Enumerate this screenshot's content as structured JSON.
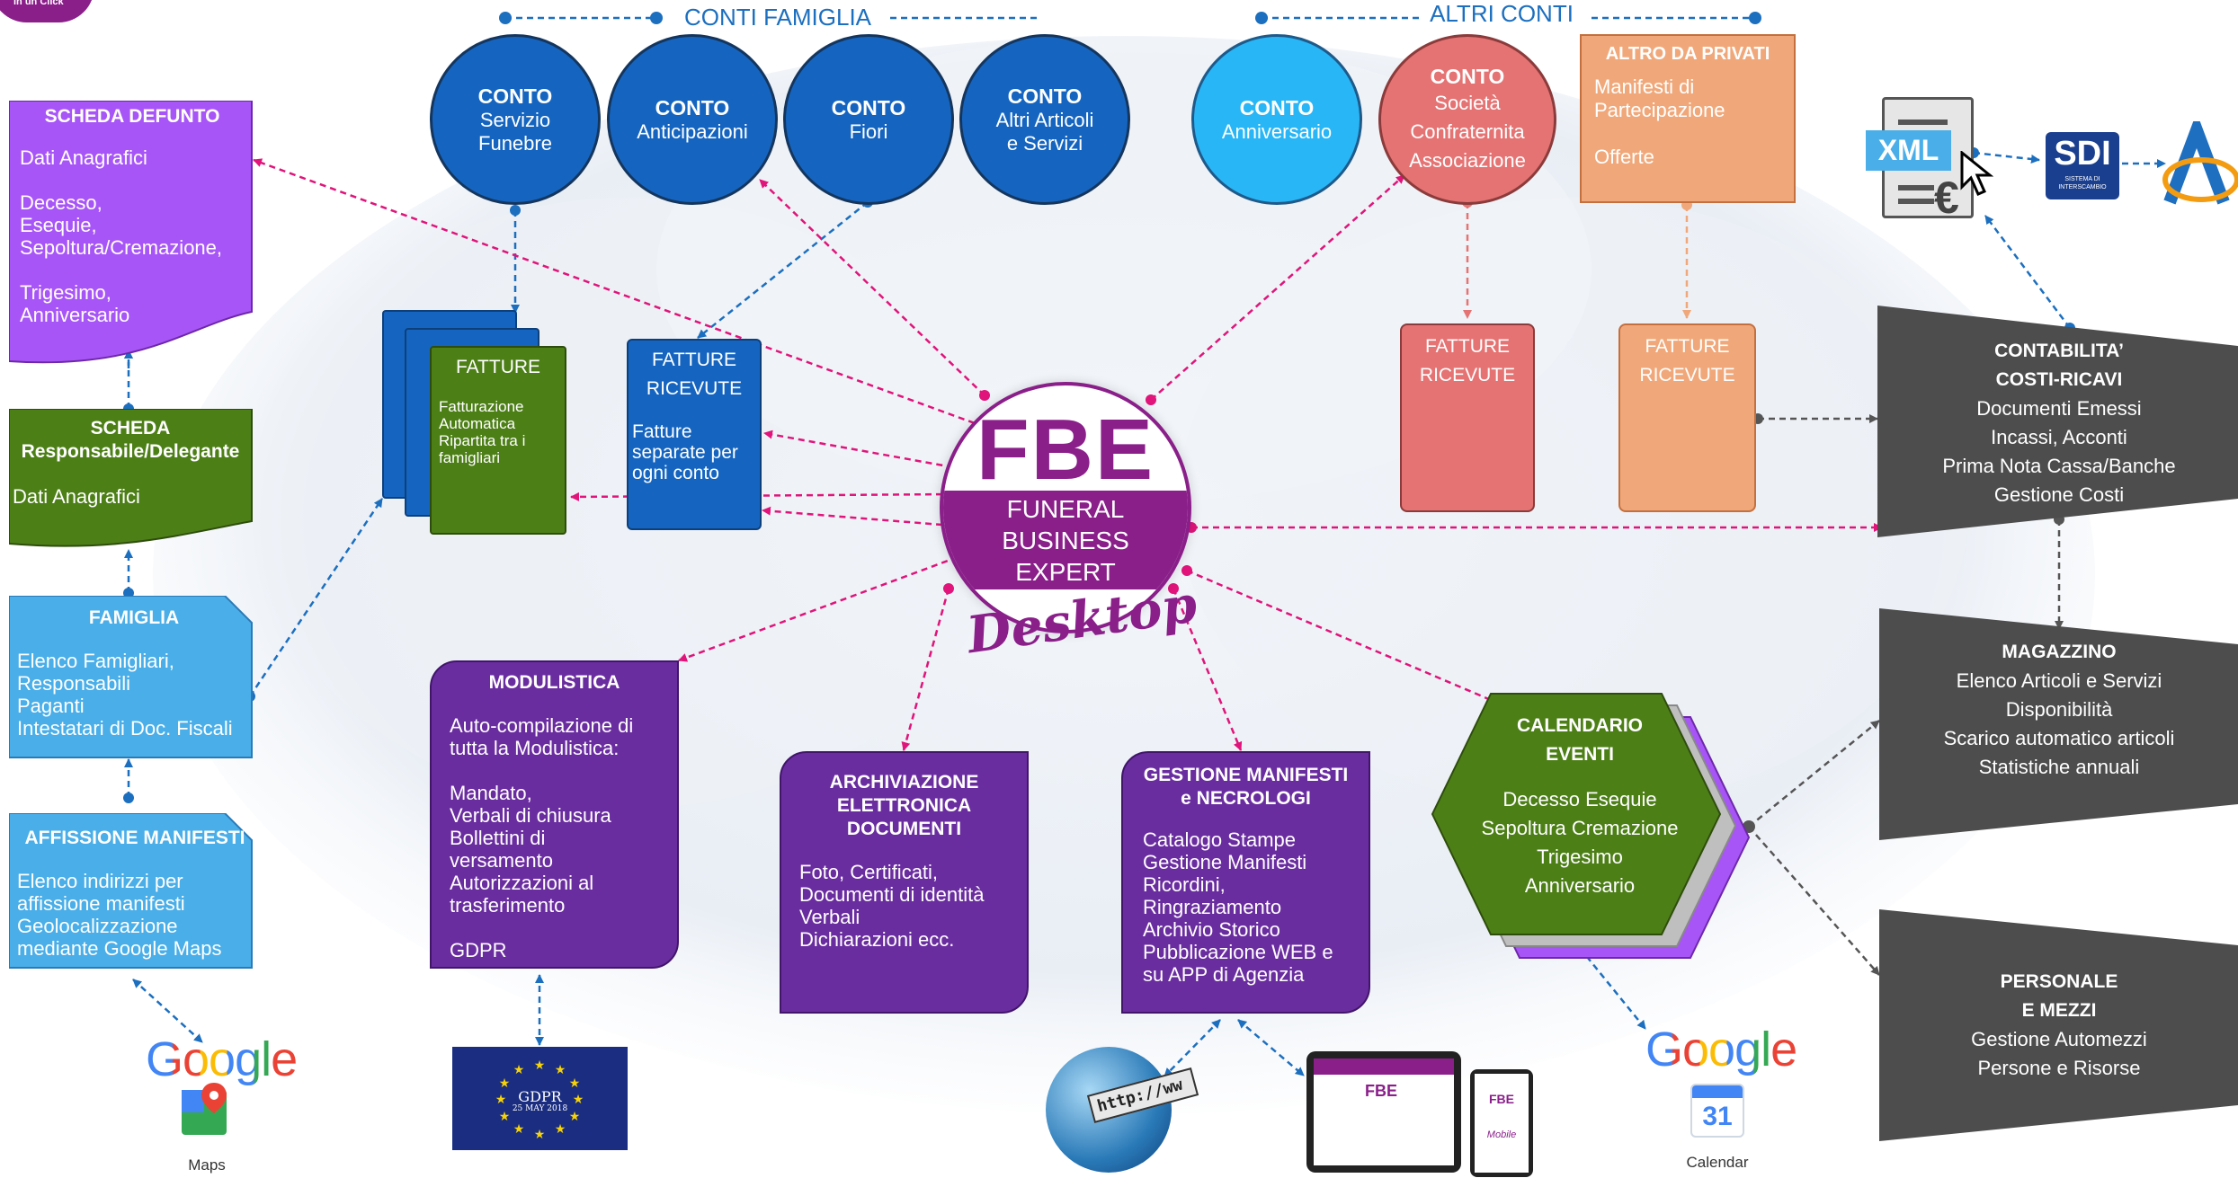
{
  "header": {
    "conti_famiglia": "CONTI FAMIGLIA",
    "altri_conti": "ALTRI CONTI",
    "logo_text": "in un Click"
  },
  "conti_famiglia": [
    {
      "title": "CONTO",
      "lines": [
        "Servizio",
        "Funebre"
      ]
    },
    {
      "title": "CONTO",
      "lines": [
        "Anticipazioni"
      ]
    },
    {
      "title": "CONTO",
      "lines": [
        "Fiori"
      ]
    },
    {
      "title": "CONTO",
      "lines": [
        "Altri Articoli",
        "e Servizi"
      ]
    }
  ],
  "altri_conti": [
    {
      "title": "CONTO",
      "lines": [
        "Anniversario"
      ]
    },
    {
      "title": "CONTO",
      "lines": [
        "Società",
        "Confraternita",
        "Associazione"
      ]
    }
  ],
  "altro_privati": {
    "title": "ALTRO DA PRIVATI",
    "lines": [
      "Manifesti di",
      "Partecipazione",
      "",
      "Offerte"
    ]
  },
  "fatture_auto": {
    "title": "FATTURE",
    "lines": [
      "Fatturazione",
      "Automatica",
      "Ripartita tra i",
      "famigliari"
    ]
  },
  "fatture_ricevute_1": {
    "title1": "FATTURE",
    "title2": "RICEVUTE",
    "lines": [
      "Fatture",
      "separate per",
      "ogni conto"
    ]
  },
  "fatture_ricevute_2": {
    "title1": "FATTURE",
    "title2": "RICEVUTE"
  },
  "fatture_ricevute_3": {
    "title1": "FATTURE",
    "title2": "RICEVUTE"
  },
  "scheda_defunto": {
    "title": "SCHEDA DEFUNTO",
    "lines": [
      "Dati Anagrafici",
      "",
      "Decesso,",
      "Esequie,",
      "Sepoltura/Cremazione,",
      "",
      "Trigesimo,",
      "Anniversario"
    ]
  },
  "scheda_responsabile": {
    "title1": "SCHEDA",
    "title2": "Responsabile/Delegante",
    "lines": [
      "Dati Anagrafici"
    ]
  },
  "famiglia": {
    "title": "FAMIGLIA",
    "lines": [
      "Elenco Famigliari,",
      "Responsabili",
      "Paganti",
      "Intestatari di Doc. Fiscali"
    ]
  },
  "affissione": {
    "title": "AFFISSIONE MANIFESTI",
    "lines": [
      "Elenco indirizzi per",
      "affissione manifesti",
      "Geolocalizzazione",
      "mediante Google Maps"
    ]
  },
  "modulistica": {
    "title": "MODULISTICA",
    "lines": [
      "Auto-compilazione di",
      "tutta la Modulistica:",
      "",
      "Mandato,",
      "Verbali di chiusura",
      "Bollettini di",
      "versamento",
      "Autorizzazioni al",
      "trasferimento",
      "",
      "GDPR"
    ]
  },
  "archiviazione": {
    "title": [
      "ARCHIVIAZIONE",
      "ELETTRONICA",
      "DOCUMENTI"
    ],
    "lines": [
      "Foto, Certificati,",
      "Documenti di identità",
      "Verbali",
      "Dichiarazioni ecc."
    ]
  },
  "gestione_manifesti": {
    "title": [
      "GESTIONE MANIFESTI",
      "e NECROLOGI"
    ],
    "lines": [
      "Catalogo Stampe",
      "Gestione Manifesti",
      "Ricordini,",
      "Ringraziamento",
      "Archivio Storico",
      "Pubblicazione  WEB e",
      "su APP di Agenzia"
    ]
  },
  "calendario": {
    "title": [
      "CALENDARIO",
      "EVENTI"
    ],
    "lines": [
      "Decesso Esequie",
      "Sepoltura Cremazione",
      "Trigesimo",
      "Anniversario"
    ]
  },
  "contabilita": {
    "title": [
      "CONTABILITA’",
      "COSTI-RICAVI"
    ],
    "lines": [
      "Documenti Emessi",
      "Incassi, Acconti",
      "Prima Nota Cassa/Banche",
      "Gestione Costi"
    ]
  },
  "magazzino": {
    "title": "MAGAZZINO",
    "lines": [
      "Elenco Articoli e Servizi",
      "Disponibilità",
      "Scarico automatico articoli",
      "Statistiche annuali"
    ]
  },
  "personale": {
    "title": [
      "PERSONALE",
      "E MEZZI"
    ],
    "lines": [
      "Gestione Automezzi",
      "Persone e Risorse"
    ]
  },
  "fbe": {
    "logo": "FBE",
    "line1": "FUNERAL",
    "line2": "BUSINESS",
    "line3": "EXPERT",
    "script": "Desktop"
  },
  "integrations": {
    "xml": "XML",
    "euro": "€",
    "sdi": "SDI",
    "sdi_sub": "SISTEMA DI INTERSCAMBIO",
    "google_maps": "Google",
    "maps_label": "Maps",
    "gdpr": "GDPR",
    "gdpr_date": "25 MAY 2018",
    "url": "http://ww",
    "google_cal": "Google",
    "cal_day": "31",
    "cal_label": "Calendar",
    "mobile_logo": "FBE",
    "mobile_script": "Mobile"
  },
  "colors": {
    "blue_dark": "#1565c0",
    "blue_light": "#29b6f6",
    "coral": "#e57373",
    "peach": "#f0a87a",
    "purple": "#7b2fa8",
    "violet": "#a855f7",
    "green": "#4d7f17",
    "sky": "#4aaee8",
    "gray": "#4d4d4d",
    "magenta": "#e0147a",
    "fbe_purple": "#8a1f8a"
  }
}
